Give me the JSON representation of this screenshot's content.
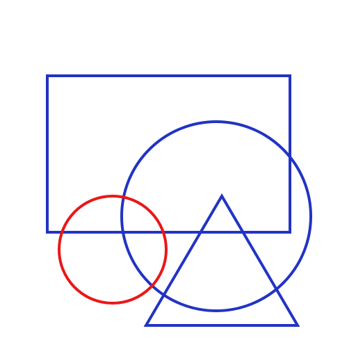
{
  "colors": {
    "background": "#ffffff",
    "blue": "#2233c4",
    "red": "#e81818"
  },
  "shapes": [
    {
      "kind": "rectangle",
      "color": "blue"
    },
    {
      "kind": "circle",
      "color": "blue"
    },
    {
      "kind": "triangle",
      "color": "blue"
    },
    {
      "kind": "circle",
      "color": "red"
    }
  ]
}
